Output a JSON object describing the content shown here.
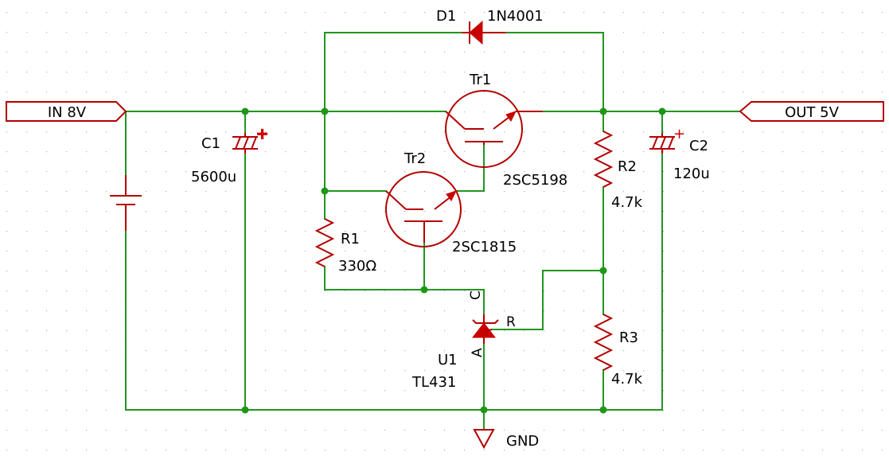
{
  "ports": {
    "input": "IN 8V",
    "output": "OUT 5V",
    "ground": "GND"
  },
  "diode": {
    "ref": "D1",
    "value": "1N4001"
  },
  "transistors": [
    {
      "ref": "Tr1",
      "value": "2SC5198"
    },
    {
      "ref": "Tr2",
      "value": "2SC1815"
    }
  ],
  "capacitors": [
    {
      "ref": "C1",
      "value": "5600u"
    },
    {
      "ref": "C2",
      "value": "120u"
    }
  ],
  "resistors": [
    {
      "ref": "R1",
      "value": "330Ω"
    },
    {
      "ref": "R2",
      "value": "4.7k"
    },
    {
      "ref": "R3",
      "value": "4.7k"
    }
  ],
  "regulator": {
    "ref": "U1",
    "value": "TL431",
    "pin_cathode": "C",
    "pin_ref": "R",
    "pin_anode": "A"
  },
  "polarity_mark": "+",
  "colors": {
    "wire": "#22961e",
    "component": "#b40000",
    "junction": "#1e9616",
    "grid_dot": "#b0b0b0"
  }
}
